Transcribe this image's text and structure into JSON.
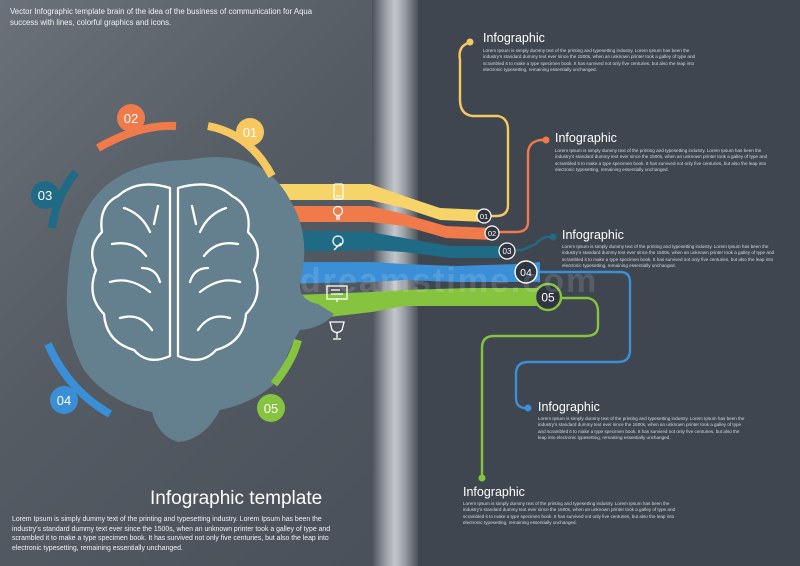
{
  "header": {
    "description": "Vector Infographic template brain of the idea of the business of communication for Aqua success with lines, colorful graphics and icons."
  },
  "footer": {
    "title": "Infographic template",
    "description": "Lorem Ipsum is simply dummy text of the printing and typesetting industry. Lorem Ipsum has been the industry's standard dummy text ever since the 1500s, when an unknown printer took a galley of type and scrambled it to make a type specimen book. It has survived not only five centuries, but also the leap into electronic typesetting, remaining essentially unchanged."
  },
  "ring_labels": [
    {
      "num": "01",
      "color": "#f6c85f"
    },
    {
      "num": "02",
      "color": "#f07a4a"
    },
    {
      "num": "03",
      "color": "#1f6a85"
    },
    {
      "num": "04",
      "color": "#3a8fd6"
    },
    {
      "num": "05",
      "color": "#86c440"
    }
  ],
  "ribbons": [
    {
      "num": "01",
      "color": "#f7d46a",
      "icon": "mobile-phone-icon"
    },
    {
      "num": "02",
      "color": "#f07a4a",
      "icon": "light-bulb-icon"
    },
    {
      "num": "03",
      "color": "#1f6a85",
      "icon": "pushpin-icon"
    },
    {
      "num": "04",
      "color": "#3a8fd6",
      "icon": "presentation-board-icon"
    },
    {
      "num": "05",
      "color": "#86c440",
      "icon": "trophy-icon"
    }
  ],
  "info_blocks": [
    {
      "title": "Infographic",
      "color": "#f6c85f",
      "body": "Lorem Ipsum is simply dummy text of the printing and typesetting industry. Lorem Ipsum has been the industry's standard dummy text ever since the 1500s, when an unknown printer took a galley of type and scrambled it to make a type specimen book. It has survived not only five centuries, but also the leap into electronic typesetting, remaining essentially unchanged."
    },
    {
      "title": "Infographic",
      "color": "#f07a4a",
      "body": "Lorem Ipsum is simply dummy text of the printing and typesetting industry. Lorem Ipsum has been the industry's standard dummy text ever since the 1500s, when an unknown printer took a galley of type and scrambled it to make a type specimen book. It has survived not only five centuries, but also the leap into electronic typesetting, remaining essentially unchanged."
    },
    {
      "title": "Infographic",
      "color": "#1f6a85",
      "body": "Lorem Ipsum is simply dummy text of the printing and typesetting industry. Lorem Ipsum has been the industry's standard dummy text ever since the 1500s, when an unknown printer took a galley of type and scrambled it to make a type specimen book. It has survived not only five centuries, but also the leap into electronic typesetting, remaining essentially unchanged."
    },
    {
      "title": "Infographic",
      "color": "#3a8fd6",
      "body": "Lorem Ipsum is simply dummy text of the printing and typesetting industry. Lorem Ipsum has been the industry's standard dummy text ever since the 1500s, when an unknown printer took a galley of type and scrambled it to make a type specimen book. It has survived not only five centuries, but also the leap into electronic typesetting, remaining essentially unchanged."
    },
    {
      "title": "Infographic",
      "color": "#86c440",
      "body": "Lorem Ipsum is simply dummy text of the printing and typesetting industry. Lorem Ipsum has been the industry's standard dummy text ever since the 1500s, when an unknown printer took a galley of type and scrambled it to make a type specimen book. It has survived not only five centuries, but also the leap into electronic typesetting, remaining essentially unchanged."
    }
  ],
  "watermark": {
    "text": "dreamstime.com"
  }
}
